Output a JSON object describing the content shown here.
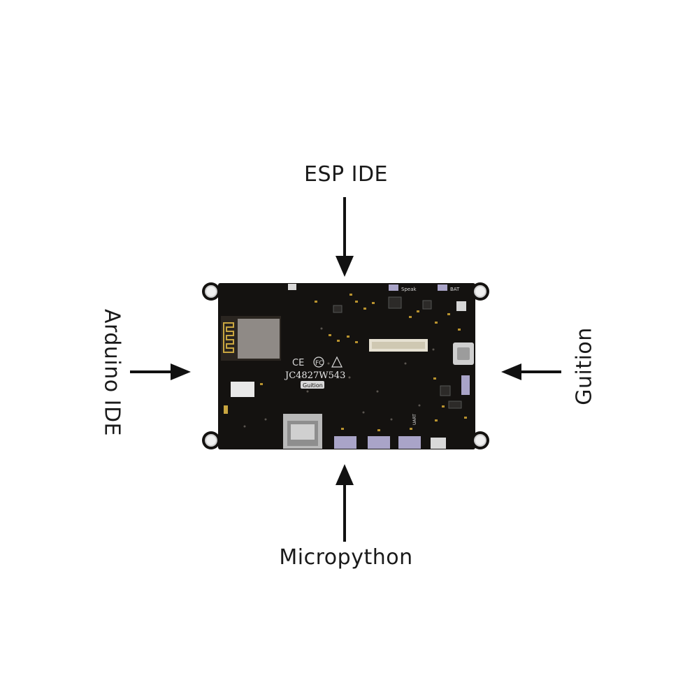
{
  "labels": {
    "top": "ESP IDE",
    "left": "Arduino IDE",
    "right": "Guition",
    "bottom": "Micropython"
  },
  "board": {
    "model": "JC4827W543",
    "logo_text": "Guition",
    "silkscreen": {
      "speak": "Speak",
      "bat": "BAT",
      "uart": "UART"
    },
    "certifications": [
      "CE",
      "FC",
      "RCM"
    ]
  },
  "colors": {
    "board": "#141210",
    "arrow": "#111111",
    "module": "#8f8a86",
    "connector": "#a9a4c8"
  }
}
